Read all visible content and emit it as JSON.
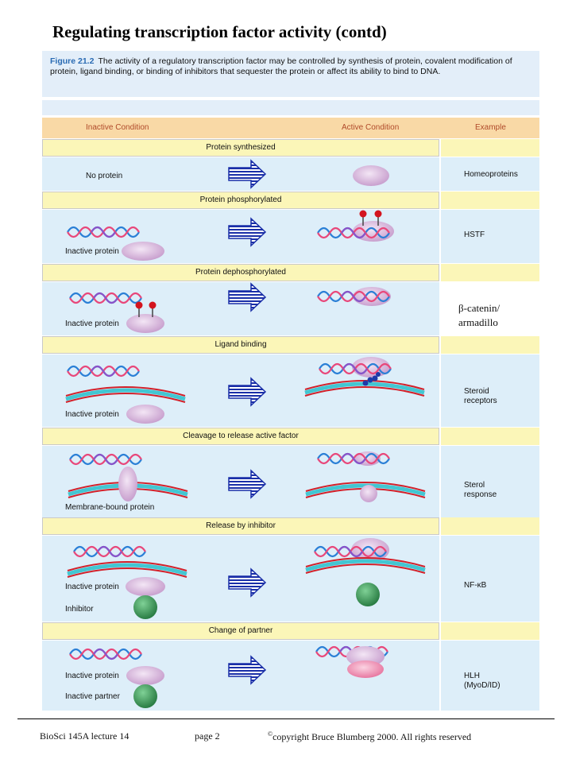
{
  "title": "Regulating transcription factor activity (contd)",
  "figure": {
    "label": "Figure 21.2",
    "caption": "The activity of a regulatory transcription factor may be controlled by synthesis of protein, covalent modification of protein, ligand binding, or binding of inhibitors that sequester the protein or affect its ability to bind to DNA."
  },
  "table": {
    "headers": {
      "inactive": "Inactive Condition",
      "active": "Active Condition",
      "example": "Example"
    },
    "sections": [
      {
        "heading": "Protein synthesized",
        "label1": "No protein",
        "label2": "",
        "example": "Homeoproteins"
      },
      {
        "heading": "Protein phosphorylated",
        "label1": "Inactive protein",
        "label2": "",
        "example": "HSTF"
      },
      {
        "heading": "Protein dephosphorylated",
        "label1": "Inactive protein",
        "label2": "",
        "example_line1": "β-catenin/",
        "example_line2": "armadillo"
      },
      {
        "heading": "Ligand binding",
        "label1": "Inactive protein",
        "label2": "",
        "example_line1": "Steroid",
        "example_line2": "receptors"
      },
      {
        "heading": "Cleavage to release active factor",
        "label1": "Membrane-bound protein",
        "label2": "",
        "example_line1": "Sterol",
        "example_line2": "response"
      },
      {
        "heading": "Release by inhibitor",
        "label1": "Inactive protein",
        "label2": "Inhibitor",
        "example": "NF-κB"
      },
      {
        "heading": "Change of partner",
        "label1": "Inactive protein",
        "label2": "Inactive partner",
        "example_line1": "HLH",
        "example_line2": "(MyoD/ID)"
      }
    ]
  },
  "footer": {
    "course": "BioSci 145A lecture 14",
    "page": "page 2",
    "copyright_symbol": "©",
    "copyright": "copyright Bruce Blumberg 2000.  All rights reserved"
  },
  "colors": {
    "row_background": "#ddeef9",
    "heading_bar": "#fbf6b8",
    "header_bar": "#f9d9a6",
    "arrow": "#1a2fa8",
    "protein": "#d9b8dd",
    "inhibitor": "#3e9e5a",
    "phosphate": "#d3141e",
    "dna_pink": "#e8477a",
    "dna_blue": "#2a7fd6",
    "membrane_cyan": "#43c6d2",
    "membrane_red": "#d3202a"
  }
}
